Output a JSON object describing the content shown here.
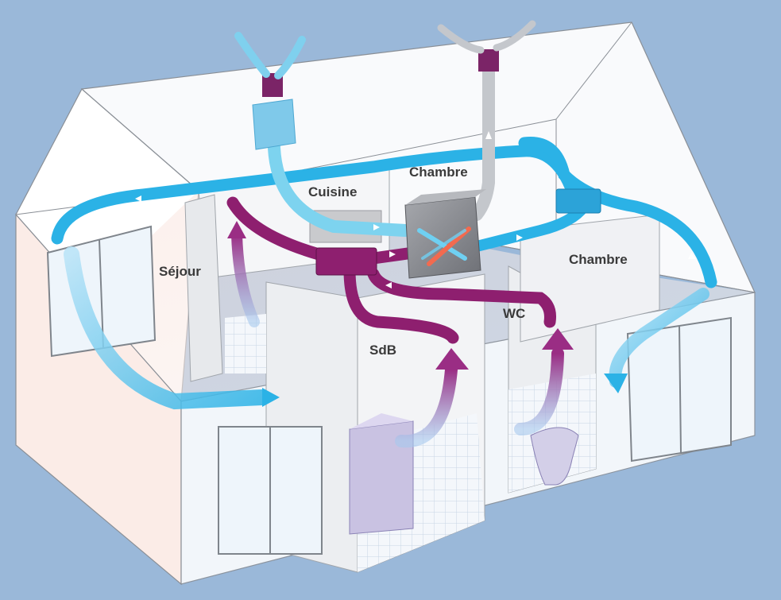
{
  "diagram": {
    "rooms": {
      "cuisine": "Cuisine",
      "chambre_top": "Chambre",
      "chambre_right": "Chambre",
      "sejour": "Séjour",
      "sdb": "SdB",
      "wc": "WC"
    },
    "colors": {
      "background": "#9ab8d9",
      "fresh_air_duct": "#2bb2e6",
      "stale_air_duct": "#8e1f6f",
      "heat_exchanger": "#8a8c92",
      "exhaust_duct": "#c4c7cc",
      "house_wall": "#f7f8fa"
    }
  }
}
